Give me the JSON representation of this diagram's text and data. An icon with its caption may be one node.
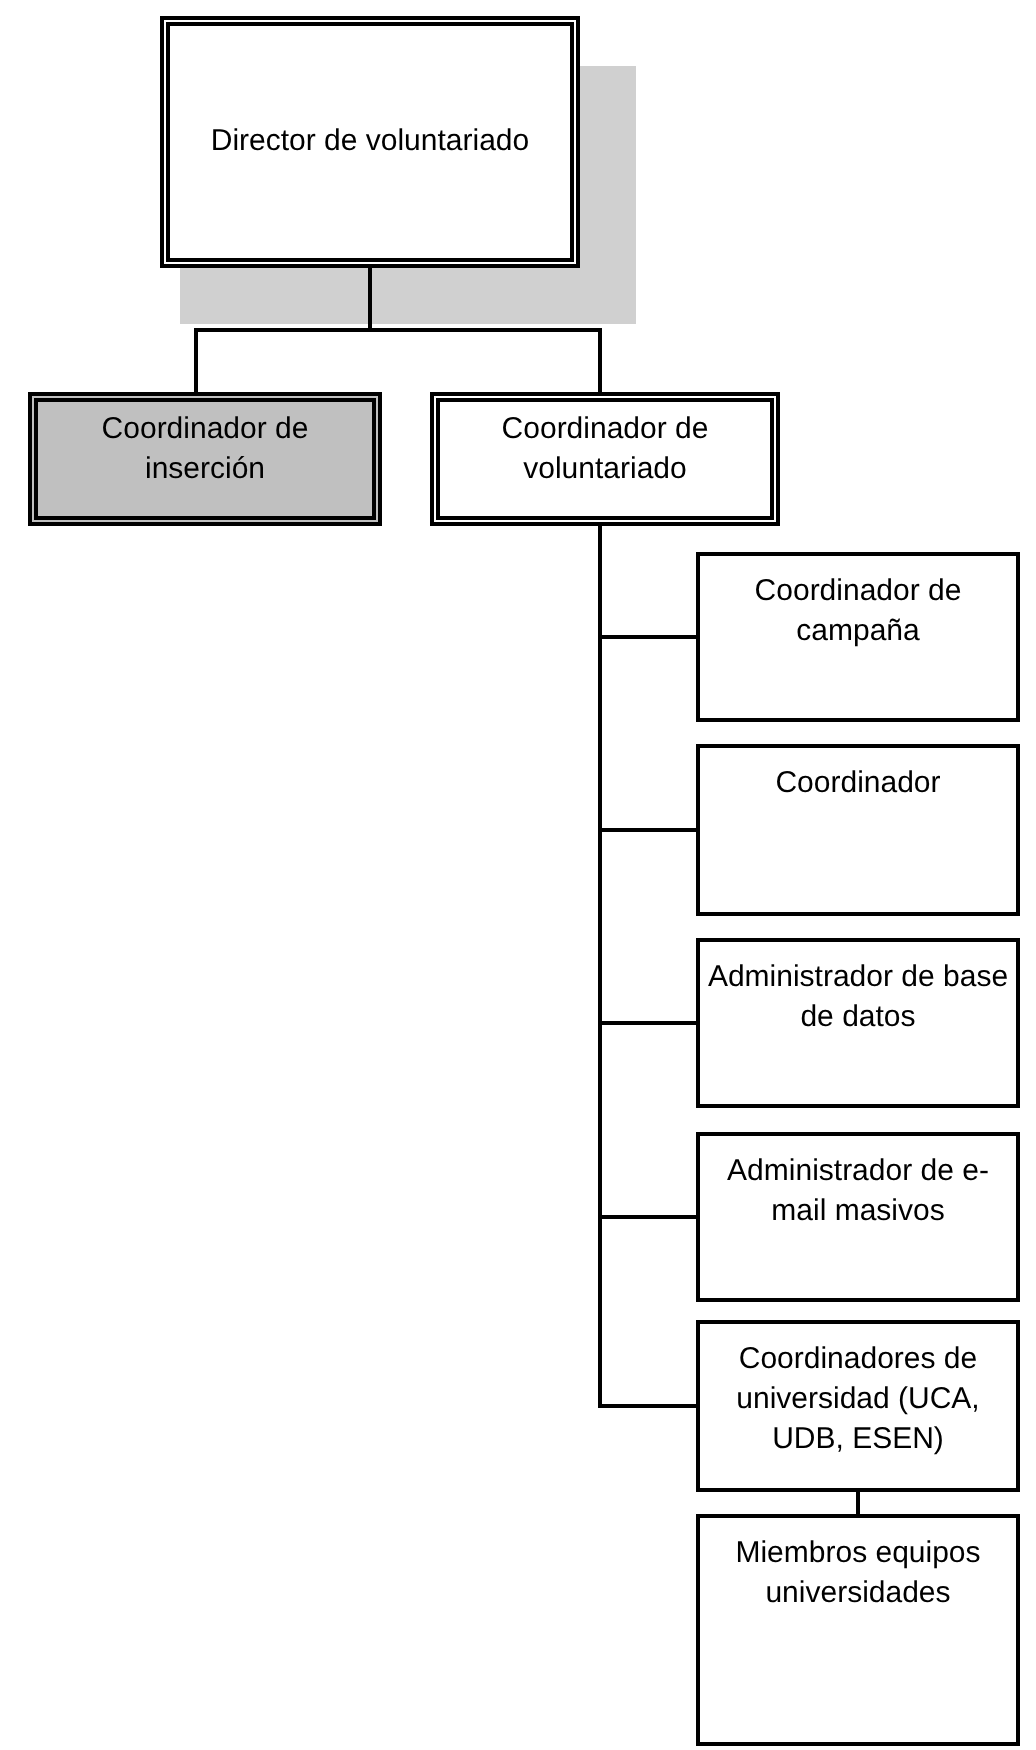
{
  "diagram": {
    "nodes": [
      {
        "text": [
          "Director de voluntariado"
        ]
      },
      {
        "text": [
          "Coordinador de inserción"
        ]
      },
      {
        "text": [
          "Coordinador de voluntariado"
        ]
      },
      {
        "text": [
          "Coordinador de campaña"
        ]
      },
      {
        "text": [
          "Coordinador"
        ]
      },
      {
        "text": [
          "Administrador de base de datos"
        ]
      },
      {
        "text": [
          "Administrador de e-mail masivos"
        ]
      },
      {
        "text": [
          "Coordinadores de universidad (UCA, UDB, ESEN)"
        ]
      },
      {
        "text": [
          "Miembros equipos universidades"
        ]
      }
    ],
    "edges": [
      {
        "from": 0,
        "to": 1,
        "arrow": "none"
      },
      {
        "from": 0,
        "to": 2,
        "arrow": "none"
      },
      {
        "from": 2,
        "to": 3,
        "arrow": "none"
      },
      {
        "from": 2,
        "to": 4,
        "arrow": "none"
      },
      {
        "from": 2,
        "to": 5,
        "arrow": "none"
      },
      {
        "from": 2,
        "to": 6,
        "arrow": "none"
      },
      {
        "from": 2,
        "to": 7,
        "arrow": "none"
      },
      {
        "from": 7,
        "to": 8,
        "arrow": "none"
      }
    ]
  }
}
